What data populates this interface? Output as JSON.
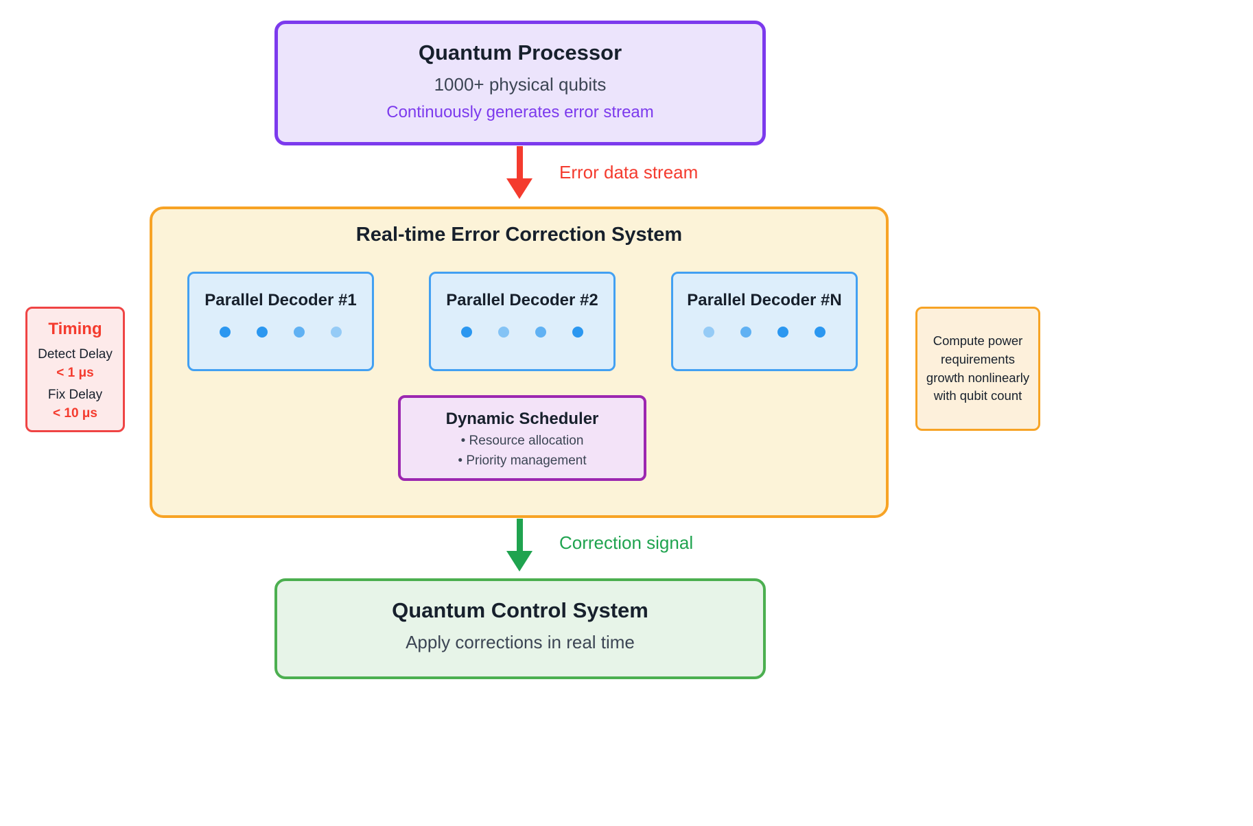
{
  "quantum_processor": {
    "title": "Quantum Processor",
    "subtitle": "1000+ physical qubits",
    "note": "Continuously generates error stream"
  },
  "arrows": {
    "error": {
      "label": "Error data stream"
    },
    "correction": {
      "label": "Correction signal"
    }
  },
  "ecs": {
    "title": "Real-time Error Correction System",
    "decoders": [
      {
        "label": "Parallel Decoder #1",
        "dots": [
          1,
          1,
          0.7,
          0.4
        ]
      },
      {
        "label": "Parallel Decoder #2",
        "dots": [
          1,
          0.5,
          0.7,
          1
        ]
      },
      {
        "label": "Parallel Decoder #N",
        "dots": [
          0.4,
          0.7,
          1,
          1
        ]
      }
    ],
    "scheduler": {
      "title": "Dynamic Scheduler",
      "items": [
        "Resource allocation",
        "Priority management"
      ]
    }
  },
  "timing": {
    "title": "Timing",
    "rows": [
      {
        "label": "Detect Delay",
        "value": "< 1 μs"
      },
      {
        "label": "Fix Delay",
        "value": "< 10 μs"
      }
    ]
  },
  "compute_note": {
    "text": "Compute power requirements growth nonlinearly with qubit count"
  },
  "qcs": {
    "title": "Quantum Control System",
    "subtitle": "Apply corrections in real time"
  },
  "colors": {
    "purple": "#7c3aed",
    "purple_bg": "#ece4fc",
    "red": "#f43b2e",
    "red_border": "#ef4444",
    "red_bg": "#fdeaea",
    "orange": "#f7a325",
    "ecs_bg": "#fcf3d8",
    "orange_note_bg": "#fdf0db",
    "blue": "#42a0f2",
    "blue_bg": "#ddeefb",
    "blue_dot": "#2b97f0",
    "scheduler_purple": "#9c27b0",
    "scheduler_bg": "#f3e3f8",
    "green": "#1fa34f",
    "green_border": "#4caf50",
    "green_bg": "#e7f4e8",
    "ink": "#17202c",
    "muted": "#3c4554"
  }
}
